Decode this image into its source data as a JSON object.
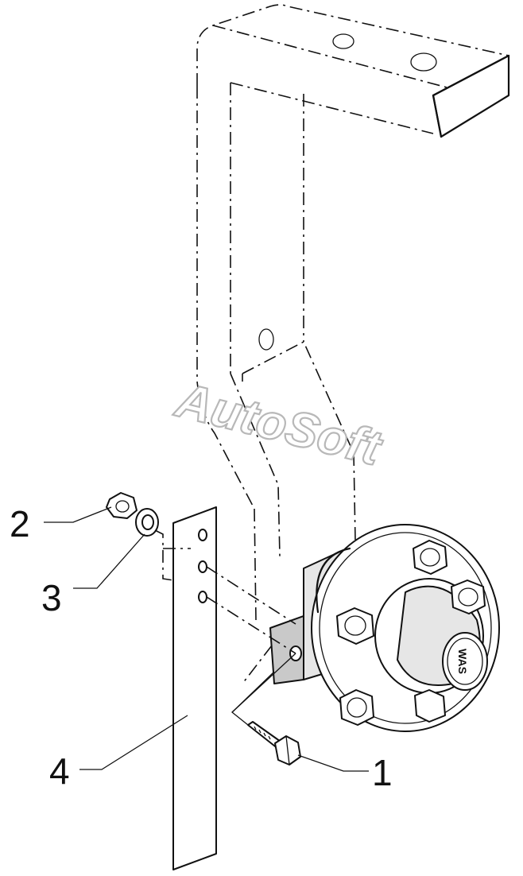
{
  "watermark": {
    "text": "AutoSoft"
  },
  "callouts": [
    {
      "id": "1",
      "label": "1"
    },
    {
      "id": "2",
      "label": "2"
    },
    {
      "id": "3",
      "label": "3"
    },
    {
      "id": "4",
      "label": "4"
    }
  ],
  "hub_cap": {
    "marking": "WAS"
  },
  "colors": {
    "line": "#111111",
    "watermark_stroke": "#b8b8b8",
    "part_fill": "#e6e6e6"
  }
}
